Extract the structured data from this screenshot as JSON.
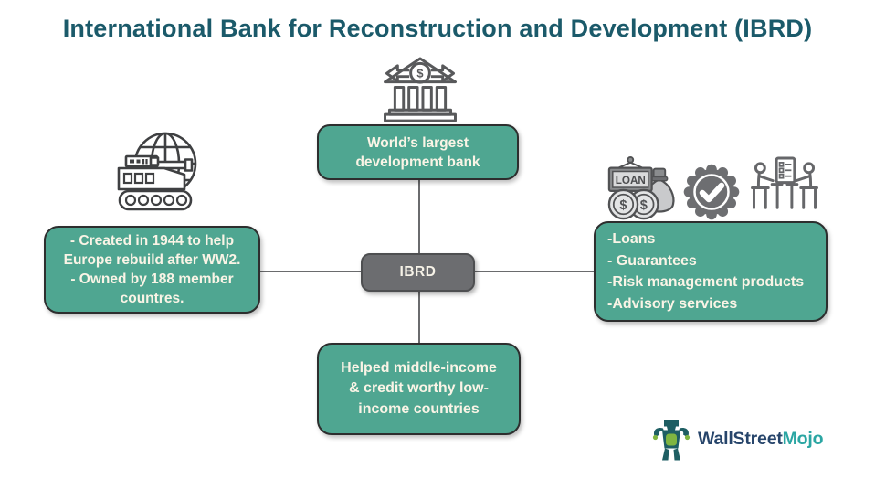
{
  "title": "International Bank for Reconstruction and Development (IBRD)",
  "center": {
    "label": "IBRD"
  },
  "boxes": {
    "top": {
      "lines": [
        "World’s largest",
        "development bank"
      ]
    },
    "left": {
      "lines": [
        "- Created in 1944 to help",
        "Europe rebuild after WW2.",
        "- Owned by 188  member",
        "countres."
      ]
    },
    "right": {
      "lines": [
        "-Loans",
        "- Guarantees",
        "-Risk management products",
        "-Advisory services"
      ]
    },
    "bottom": {
      "lines": [
        "Helped middle-income",
        "& credit worthy low-",
        "income countries"
      ]
    }
  },
  "icons": {
    "bank": "development-bank-icon",
    "tank_globe": "ww2-tank-globe-icon",
    "loan": "loan-money-bag-icon",
    "badge": "guarantee-check-badge-icon",
    "advisory": "advisory-meeting-icon",
    "loan_sign_label": "LOAN",
    "dollar_symbol": "$"
  },
  "logo": {
    "brand_part1": "WallStreet",
    "brand_part2": "Mojo"
  },
  "colors": {
    "box_teal": "#4fa691",
    "box_border": "#2d2e2e",
    "node_gray": "#6c6d70",
    "title_teal": "#1b5a6a",
    "icon_gray": "#6d6e71",
    "box_text_cream": "#faf4e6",
    "logo_navy": "#27456b",
    "logo_teal": "#2ba6a3",
    "connector_gray": "#6a6b6d"
  }
}
